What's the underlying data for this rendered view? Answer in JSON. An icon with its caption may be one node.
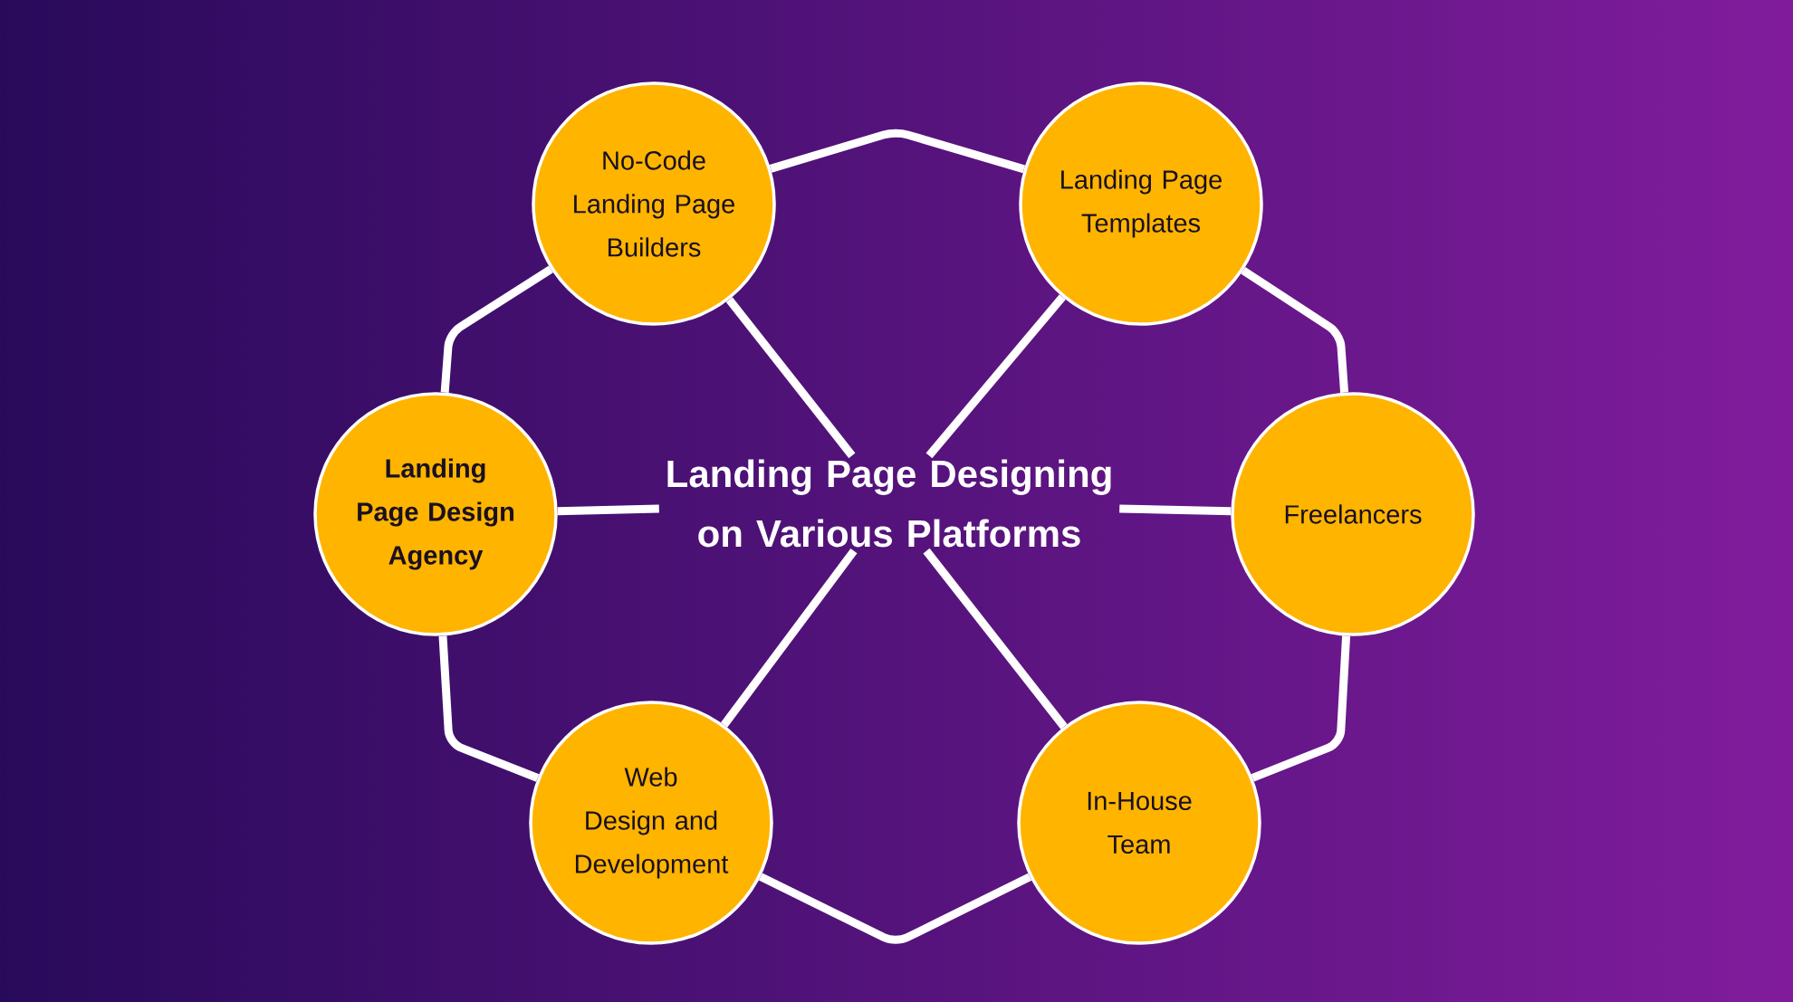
{
  "diagram": {
    "nodes": [
      {
        "text": [
          "No-Code Landing Page Builders"
        ]
      },
      {
        "text": [
          "Landing Page Templates"
        ]
      },
      {
        "text": [
          "Freelancers"
        ]
      },
      {
        "text": [
          "In-House Team"
        ]
      },
      {
        "text": [
          "Web Design and Development"
        ]
      },
      {
        "text": [
          "Landing Page Design Agency"
        ]
      },
      {
        "text": [
          "Landing Page Designing on Various Platforms"
        ]
      }
    ],
    "edges": [
      {
        "from": 0,
        "to": 1,
        "arrow": "none"
      },
      {
        "from": 1,
        "to": 2,
        "arrow": "none"
      },
      {
        "from": 2,
        "to": 3,
        "arrow": "none"
      },
      {
        "from": 3,
        "to": 4,
        "arrow": "none"
      },
      {
        "from": 4,
        "to": 5,
        "arrow": "none"
      },
      {
        "from": 5,
        "to": 0,
        "arrow": "none"
      },
      {
        "from": 0,
        "to": 6,
        "arrow": "none"
      },
      {
        "from": 1,
        "to": 6,
        "arrow": "none"
      },
      {
        "from": 2,
        "to": 6,
        "arrow": "none"
      },
      {
        "from": 3,
        "to": 6,
        "arrow": "none"
      },
      {
        "from": 4,
        "to": 6,
        "arrow": "none"
      },
      {
        "from": 5,
        "to": 6,
        "arrow": "none"
      }
    ]
  }
}
